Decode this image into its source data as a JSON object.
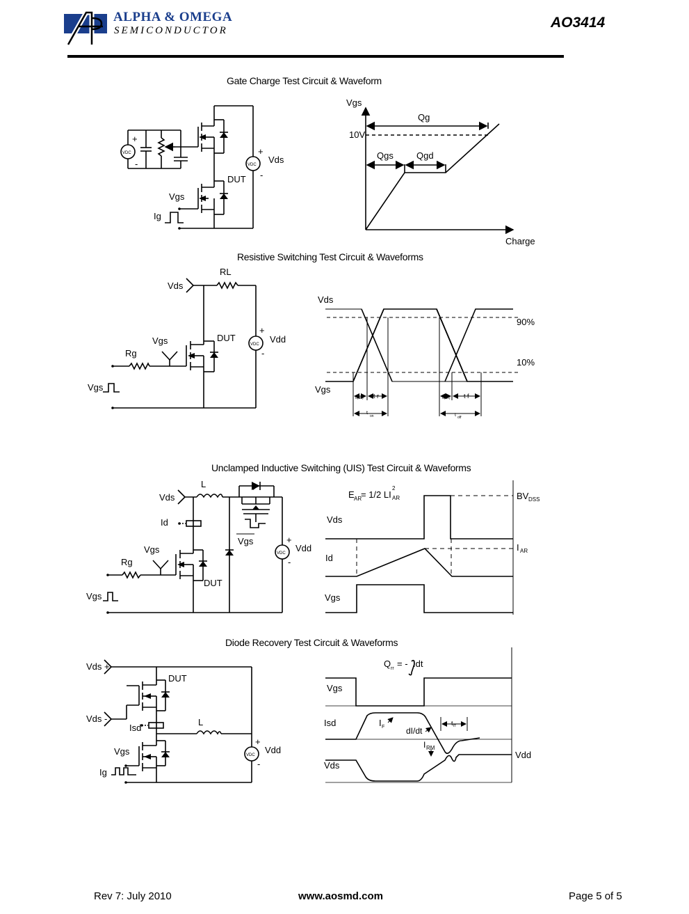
{
  "header": {
    "company_line1": "ALPHA & OMEGA",
    "company_line2": "SEMICONDUCTOR",
    "part_number": "AO3414"
  },
  "sections": {
    "gate_charge": {
      "title": "Gate Charge Test Circuit & Waveform",
      "circuit": {
        "vgs": "Vgs",
        "vds": "Vds",
        "dut": "DUT",
        "ig": "Ig",
        "vdc": "VDC",
        "plus": "+",
        "minus": "-"
      },
      "waveform": {
        "y_axis": "Vgs",
        "x_axis": "Charge",
        "level": "10V",
        "qg": "Qg",
        "qgs": "Qgs",
        "qgd": "Qgd"
      }
    },
    "resistive": {
      "title": "Resistive Switching Test Circuit & Waveforms",
      "circuit": {
        "vds": "Vds",
        "rl": "RL",
        "vgs": "Vgs",
        "dut": "DUT",
        "rg": "Rg",
        "vdd": "Vdd",
        "vgs_pulse": "Vgs",
        "vdc": "VDC",
        "plus": "+",
        "minus": "-"
      },
      "waveform": {
        "vds": "Vds",
        "vgs": "Vgs",
        "p90": "90%",
        "p10": "10%",
        "td_on": "d(on)",
        "tr": "t r",
        "td_off": "d(off)",
        "tf": "t f",
        "ton_t": "t",
        "ton_sub": "on",
        "toff_t": "t",
        "toff_sub": "off",
        "t_small": "t"
      }
    },
    "uis": {
      "title": "Unclamped Inductive Switching (UIS) Test Circuit & Waveforms",
      "circuit": {
        "vds": "Vds",
        "l": "L",
        "id": "Id",
        "vgs": "Vgs",
        "vgs_bar": "Vgs",
        "rg": "Rg",
        "dut": "DUT",
        "vdd": "Vdd",
        "vgs_pulse": "Vgs",
        "vdc": "VDC",
        "plus": "+",
        "minus": "-"
      },
      "waveform": {
        "ear": "E",
        "ear_sub": "AR",
        "ear_eq": "= 1/2 LI",
        "ear_sup": "2",
        "ear_sub2": "AR",
        "bvdss": "BV",
        "bvdss_sub": "DSS",
        "vds": "Vds",
        "id": "Id",
        "iar": "I",
        "iar_sub": "AR",
        "vgs": "Vgs"
      }
    },
    "diode": {
      "title": "Diode Recovery Test Circuit & Waveforms",
      "circuit": {
        "vds_plus": "Vds +",
        "dut": "DUT",
        "vds_minus": "Vds -",
        "isd": "Isd",
        "l": "L",
        "vgs": "Vgs",
        "ig": "Ig",
        "vdd": "Vdd",
        "vdc": "VDC",
        "plus": "+",
        "minus": "-"
      },
      "waveform": {
        "qrr": "Q",
        "qrr_sub": "rr",
        "qrr_eq": "= -",
        "qrr_int": "Idt",
        "vgs": "Vgs",
        "isd": "Isd",
        "if": "I",
        "if_sub": "F",
        "didt": "dI/dt",
        "trr": "t",
        "trr_sub": "rr",
        "irm": "I",
        "irm_sub": "RM",
        "vds": "Vds",
        "vdd": "Vdd"
      }
    }
  },
  "footer": {
    "revision": "Rev 7: July 2010",
    "website": "www.aosmd.com",
    "page": "Page 5 of 5"
  }
}
